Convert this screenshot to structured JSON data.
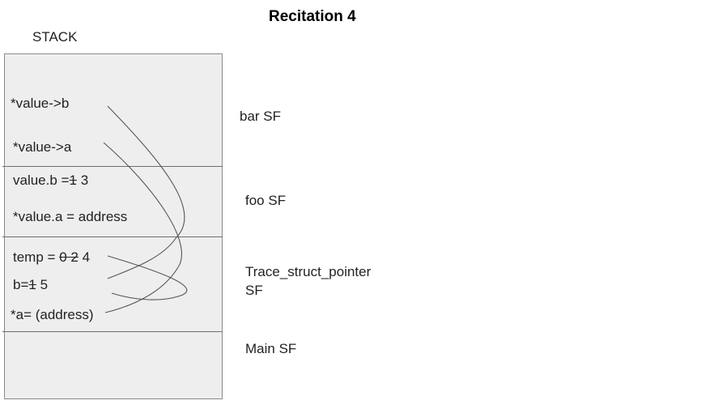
{
  "title": "Recitation 4",
  "stack_label": "STACK",
  "frames": {
    "bar": {
      "label": "bar SF",
      "rows": [
        {
          "name": "*value->b"
        },
        {
          "name": "*value->a"
        }
      ]
    },
    "foo": {
      "label": "foo SF",
      "rows": [
        {
          "name": "value.b =",
          "struck": [
            "1"
          ],
          "current": "3"
        },
        {
          "name": "*value.a = address"
        }
      ]
    },
    "trace": {
      "label_line1": "Trace_struct_pointer",
      "label_line2": "SF",
      "rows": [
        {
          "name": "temp =",
          "struck": [
            "0",
            "2"
          ],
          "current": "4"
        },
        {
          "name": "b=",
          "struck": [
            "1"
          ],
          "current": "5"
        },
        {
          "name": "*a= (address)"
        }
      ]
    },
    "main": {
      "label": "Main SF"
    }
  },
  "colors": {
    "stack_fill": "#eeeeee",
    "stack_border": "#8a8a8a",
    "divider": "#6e6e6e",
    "arrow": "#555555",
    "text": "#222222"
  }
}
